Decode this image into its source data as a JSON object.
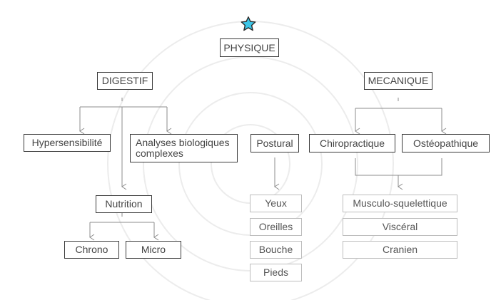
{
  "colors": {
    "star_fill": "#3cc6e8",
    "star_stroke": "#2b2b2b",
    "box_border": "#3a3a3a",
    "light_border": "#bdbdbd",
    "connector": "#8c8c8c",
    "watermark": "#ececec"
  },
  "icons": {
    "top": "star-icon",
    "background": "spiral-watermark"
  },
  "nodes": {
    "root": "PHYSIQUE",
    "digestif": "DIGESTIF",
    "mecanique": "MECANIQUE",
    "hypersensibilite": "Hypersensibilité",
    "analyses": "Analyses biologiques complexes",
    "nutrition": "Nutrition",
    "chrono": "Chrono",
    "micro": "Micro",
    "postural": "Postural",
    "yeux": "Yeux",
    "oreilles": "Oreilles",
    "bouche": "Bouche",
    "pieds": "Pieds",
    "chiropractique": "Chiropractique",
    "osteopathique": "Ostéopathique",
    "musculo": "Musculo-squelettique",
    "visceral": "Viscéral",
    "cranien": "Cranien"
  }
}
